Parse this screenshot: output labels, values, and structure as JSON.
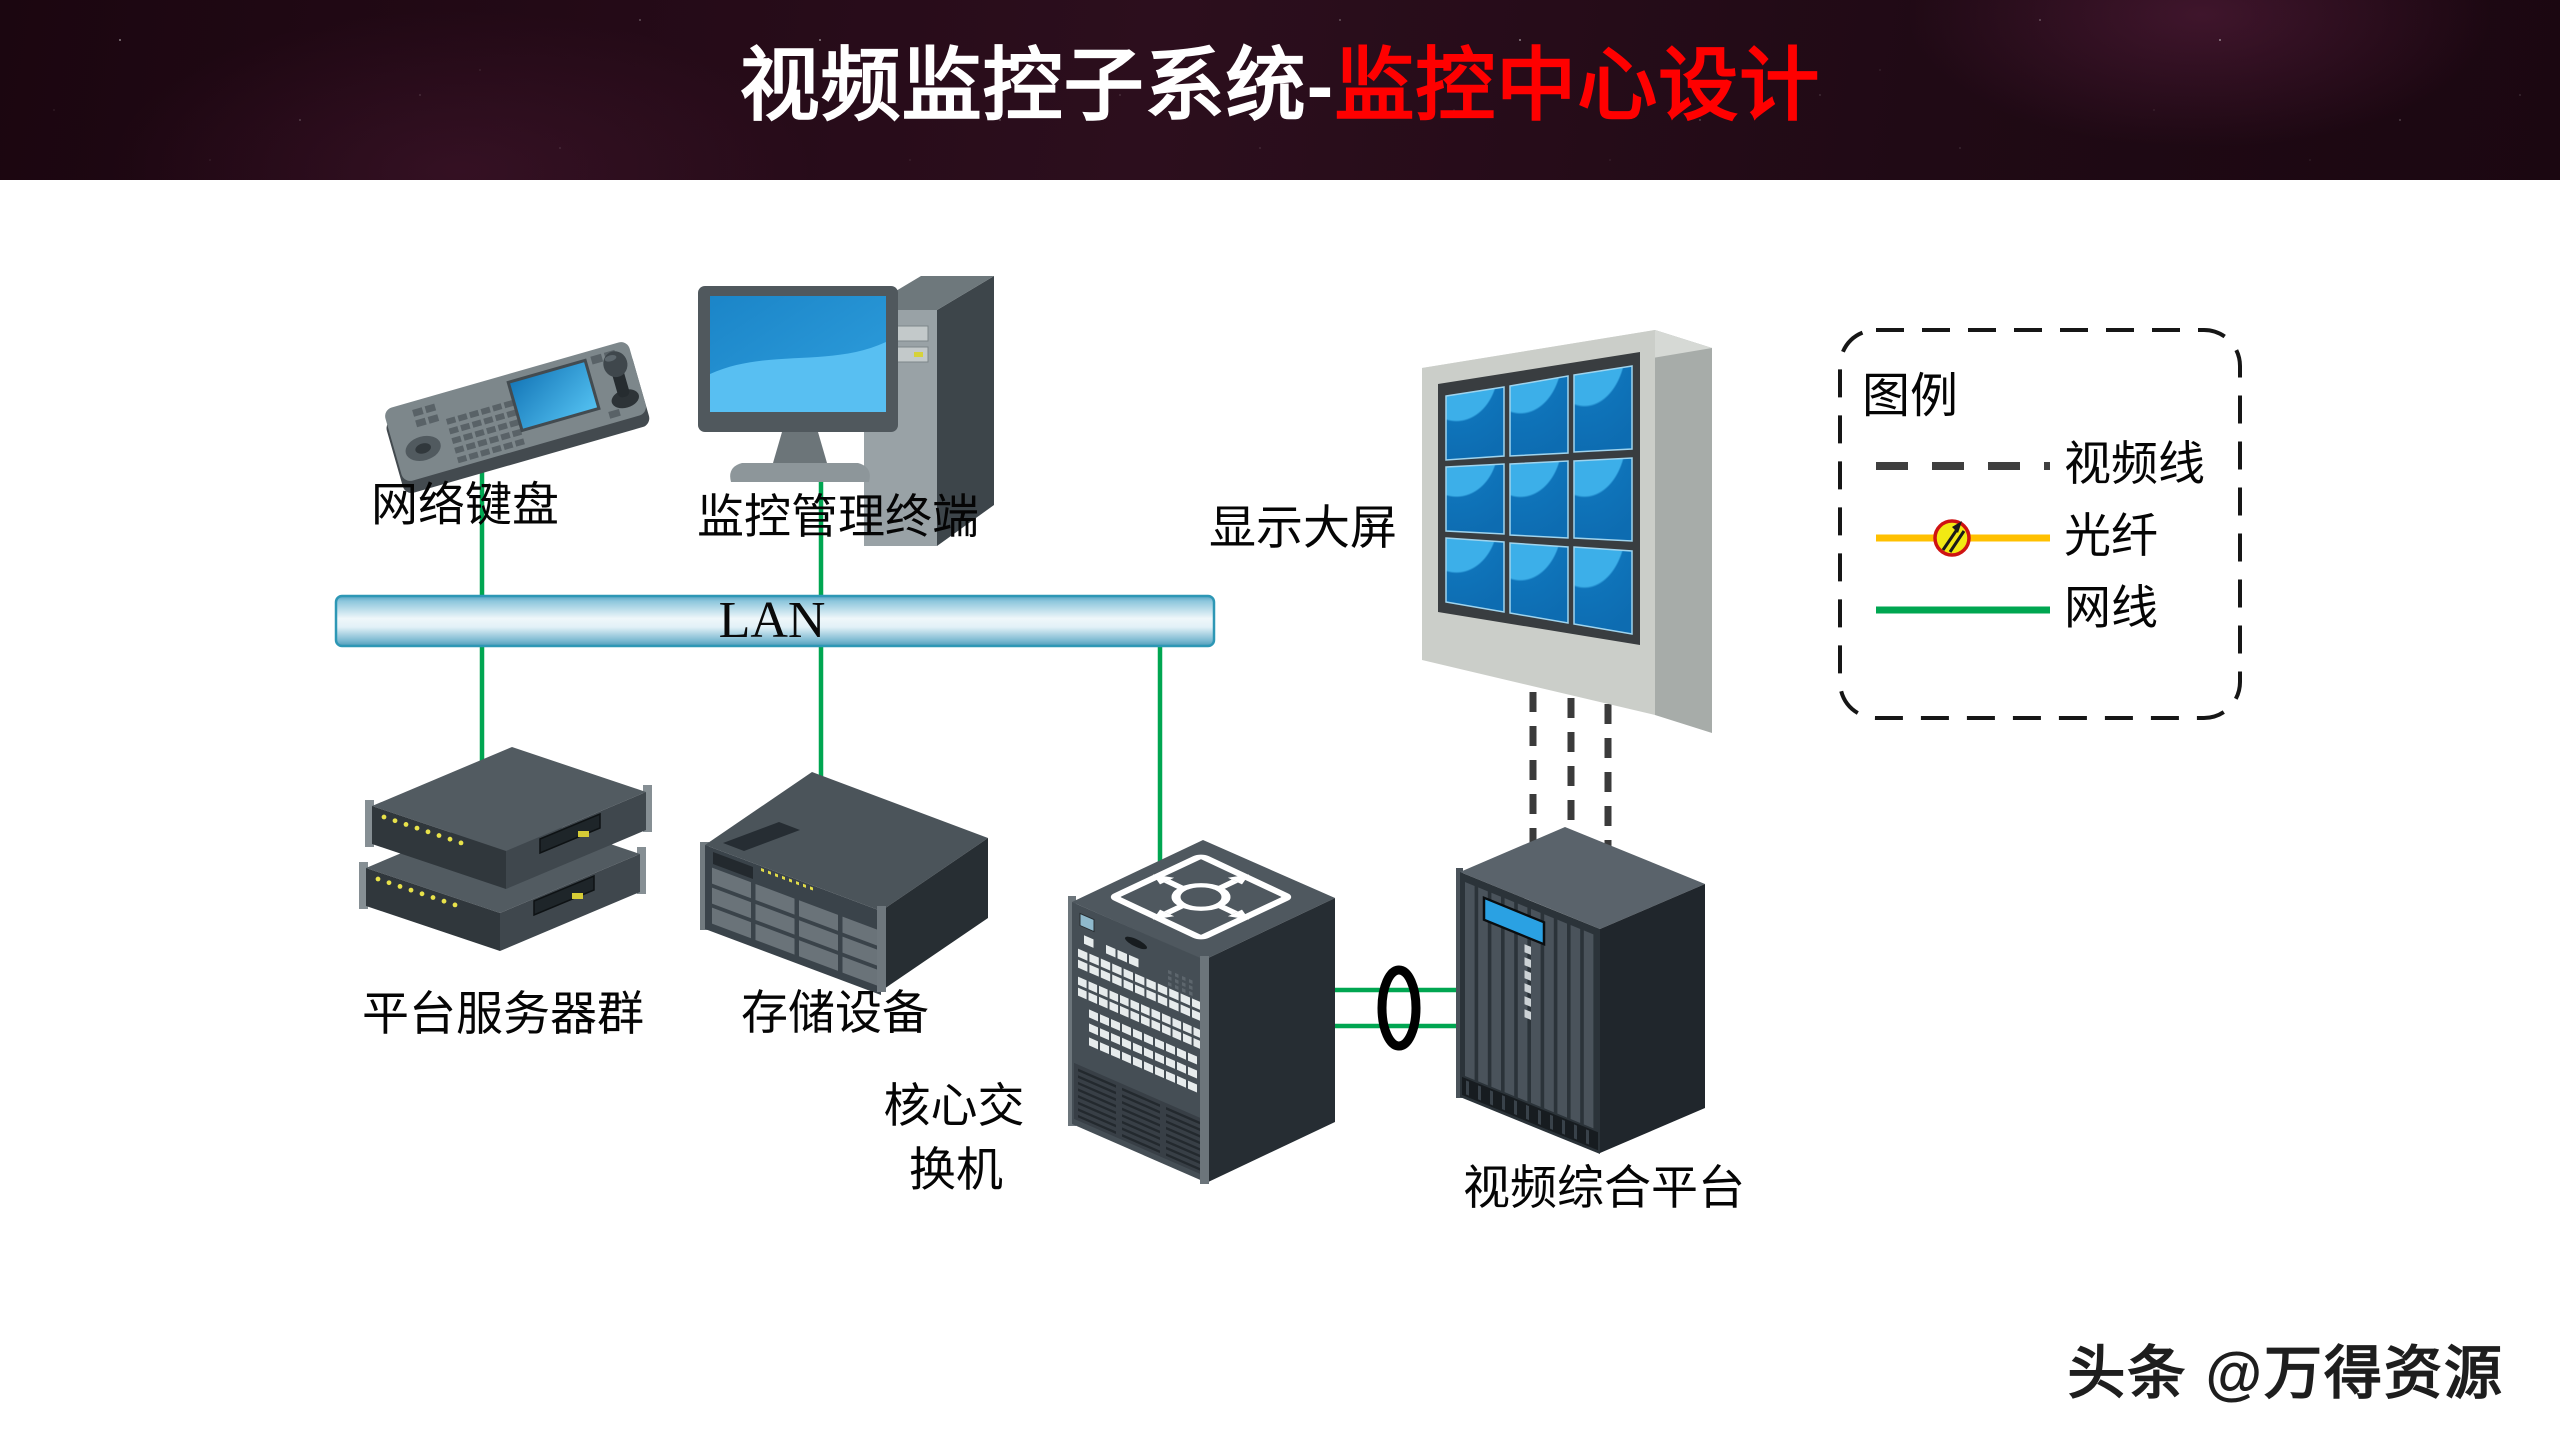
{
  "slide": {
    "title_part1": "视频监控子系统-",
    "title_part2": "监控中心设计",
    "colors": {
      "title_part1": "#ffffff",
      "title_part2": "#ff0000",
      "header_bg": "#1d0811"
    }
  },
  "diagram": {
    "lan_label": "LAN",
    "nodes": {
      "keyboard": {
        "label": "网络键盘"
      },
      "terminal": {
        "label": "监控管理终端"
      },
      "display_wall": {
        "label": "显示大屏",
        "screens": "3x3"
      },
      "servers": {
        "label": "平台服务器群"
      },
      "storage": {
        "label": "存储设备"
      },
      "core_switch": {
        "label_line1": "核心交",
        "label_line2": "换机"
      },
      "video_platform": {
        "label": "视频综合平台"
      }
    },
    "connections": {
      "network_color": "#00a651",
      "video_color": "#3b3b3b",
      "fiber_color": "#ffc000"
    }
  },
  "legend": {
    "title": "图例",
    "items": [
      {
        "label": "视频线",
        "style": "dashed-gray"
      },
      {
        "label": "光纤",
        "style": "solid-yellow-with-coupler"
      },
      {
        "label": "网线",
        "style": "solid-green"
      }
    ]
  },
  "watermark": "头条 @万得资源"
}
